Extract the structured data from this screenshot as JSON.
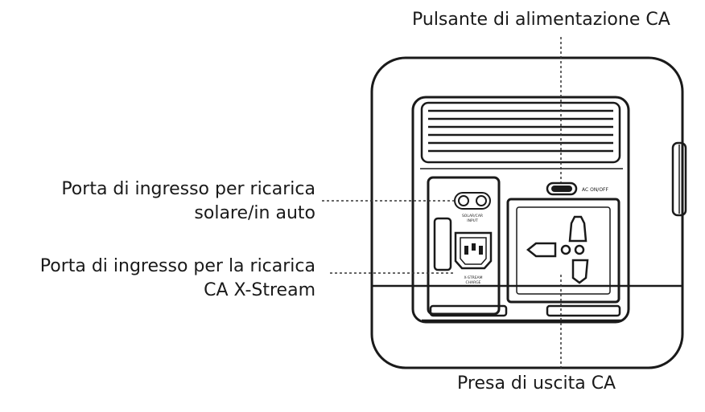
{
  "callouts": {
    "ac_power_button": "Pulsante di alimentazione CA",
    "solar_input": [
      "Porta di ingresso per ricarica",
      "solare/in auto"
    ],
    "xstream_input": [
      "Porta di ingresso per la ricarica",
      "CA X-Stream"
    ],
    "ac_outlet": "Presa di uscita CA"
  },
  "device_marks": {
    "ac_button_mark": "AC ON/OFF",
    "solar_port_mark": [
      "SOLAR/CAR",
      "INPUT"
    ],
    "xstream_port_mark": [
      "X-STREAM",
      "CHARGE"
    ]
  },
  "colors": {
    "outline": "#1a1a1a",
    "leader": "#333333",
    "background": "#ffffff"
  }
}
